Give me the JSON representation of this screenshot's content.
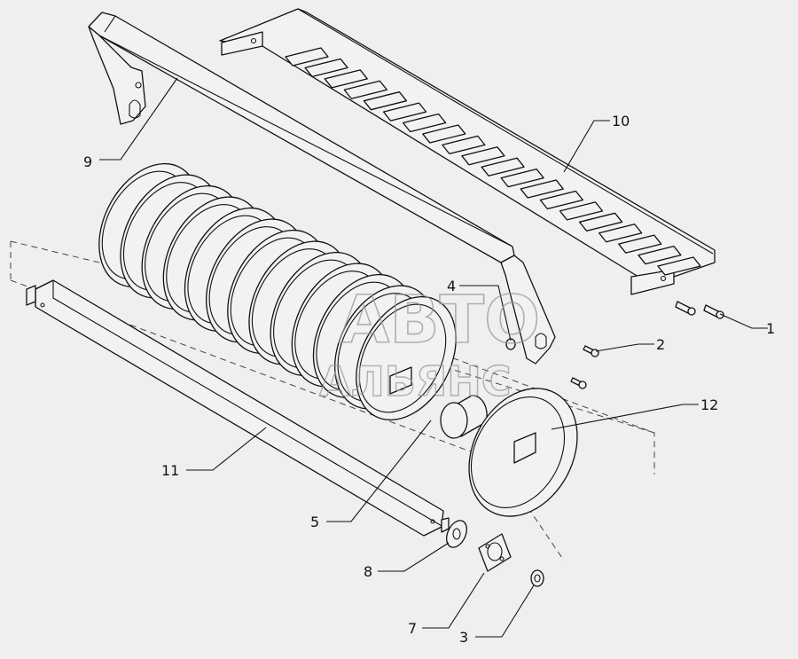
{
  "watermark": {
    "line1": "АВТО",
    "line2": "АЛЬЯНС"
  },
  "callouts": [
    {
      "id": "1",
      "label": "1"
    },
    {
      "id": "2",
      "label": "2"
    },
    {
      "id": "3",
      "label": "3"
    },
    {
      "id": "4",
      "label": "4"
    },
    {
      "id": "5",
      "label": "5"
    },
    {
      "id": "7",
      "label": "7"
    },
    {
      "id": "8",
      "label": "8"
    },
    {
      "id": "9",
      "label": "9"
    },
    {
      "id": "10",
      "label": "10"
    },
    {
      "id": "11",
      "label": "11"
    },
    {
      "id": "12",
      "label": "12"
    }
  ]
}
